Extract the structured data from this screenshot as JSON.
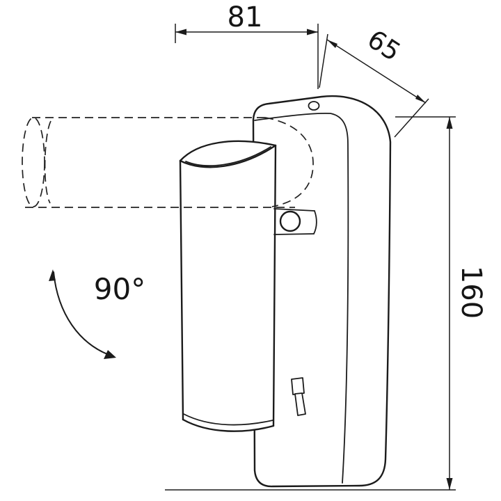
{
  "diagram": {
    "description": "technical-dimension-drawing-wall-spot-lamp",
    "dimensions": {
      "width": "81",
      "depth": "65",
      "height": "160",
      "rotation": "90°"
    },
    "line_color": "#1b1b1b",
    "background": "#ffffff"
  }
}
